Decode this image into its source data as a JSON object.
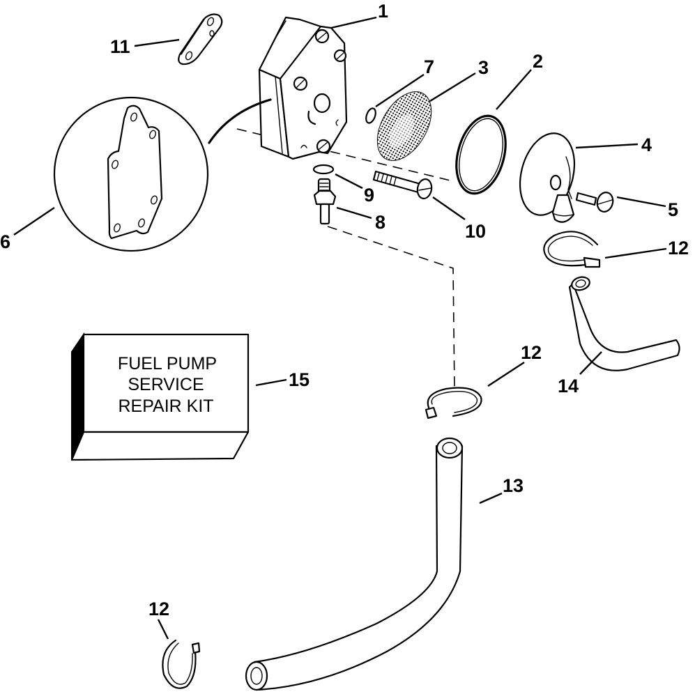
{
  "diagram": {
    "title": "Fuel Pump Exploded View",
    "kit_label_lines": [
      "FUEL PUMP",
      "SERVICE",
      "REPAIR KIT"
    ],
    "callouts": [
      {
        "id": "1",
        "part": "fuel-pump-body"
      },
      {
        "id": "2",
        "part": "o-ring-gasket"
      },
      {
        "id": "3",
        "part": "filter-screen"
      },
      {
        "id": "4",
        "part": "filter-cover"
      },
      {
        "id": "5",
        "part": "cover-screw"
      },
      {
        "id": "6",
        "part": "pump-gasket"
      },
      {
        "id": "7",
        "part": "check-valve-seal"
      },
      {
        "id": "8",
        "part": "fitting"
      },
      {
        "id": "9",
        "part": "fitting-o-ring"
      },
      {
        "id": "10",
        "part": "mounting-screw"
      },
      {
        "id": "11",
        "part": "cover-plate"
      },
      {
        "id": "12",
        "part": "hose-clamp"
      },
      {
        "id": "13",
        "part": "fuel-hose-lower"
      },
      {
        "id": "14",
        "part": "fuel-hose-upper"
      },
      {
        "id": "15",
        "part": "service-repair-kit"
      }
    ],
    "labels": {
      "n1": "1",
      "n2": "2",
      "n3": "3",
      "n4": "4",
      "n5": "5",
      "n6": "6",
      "n7": "7",
      "n8": "8",
      "n9": "9",
      "n10": "10",
      "n11": "11",
      "n12a": "12",
      "n12b": "12",
      "n12c": "12",
      "n13": "13",
      "n14": "14",
      "n15": "15"
    }
  }
}
